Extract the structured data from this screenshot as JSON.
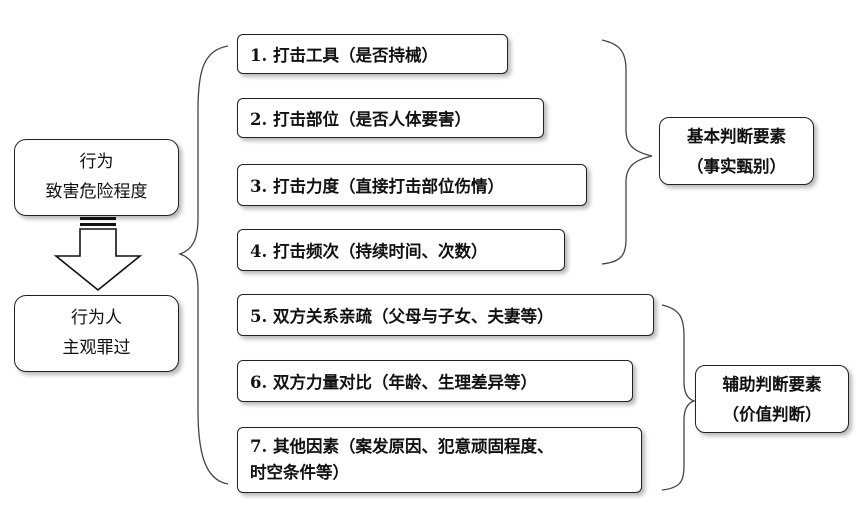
{
  "left": {
    "top_box": [
      "行为",
      "致害危险程度"
    ],
    "bottom_box": [
      "行为人",
      "主观罪过"
    ]
  },
  "items": [
    "1. 打击工具（是否持械）",
    "2. 打击部位（是否人体要害）",
    "3. 打击力度（直接打击部位伤情）",
    "4. 打击频次（持续时间、次数）",
    "5. 双方关系亲疏（父母与子女、夫妻等）",
    "6. 双方力量对比（年龄、生理差异等）",
    "7. 其他因素（案发原因、犯意顽固程度、时空条件等）"
  ],
  "item7_lines": [
    "7. 其他因素（案发原因、犯意顽固程度、",
    "时空条件等）"
  ],
  "groups": {
    "basic": [
      "基本判断要素",
      "（事实甄别）"
    ],
    "auxiliary": [
      "辅助判断要素",
      "（价值判断）"
    ]
  }
}
